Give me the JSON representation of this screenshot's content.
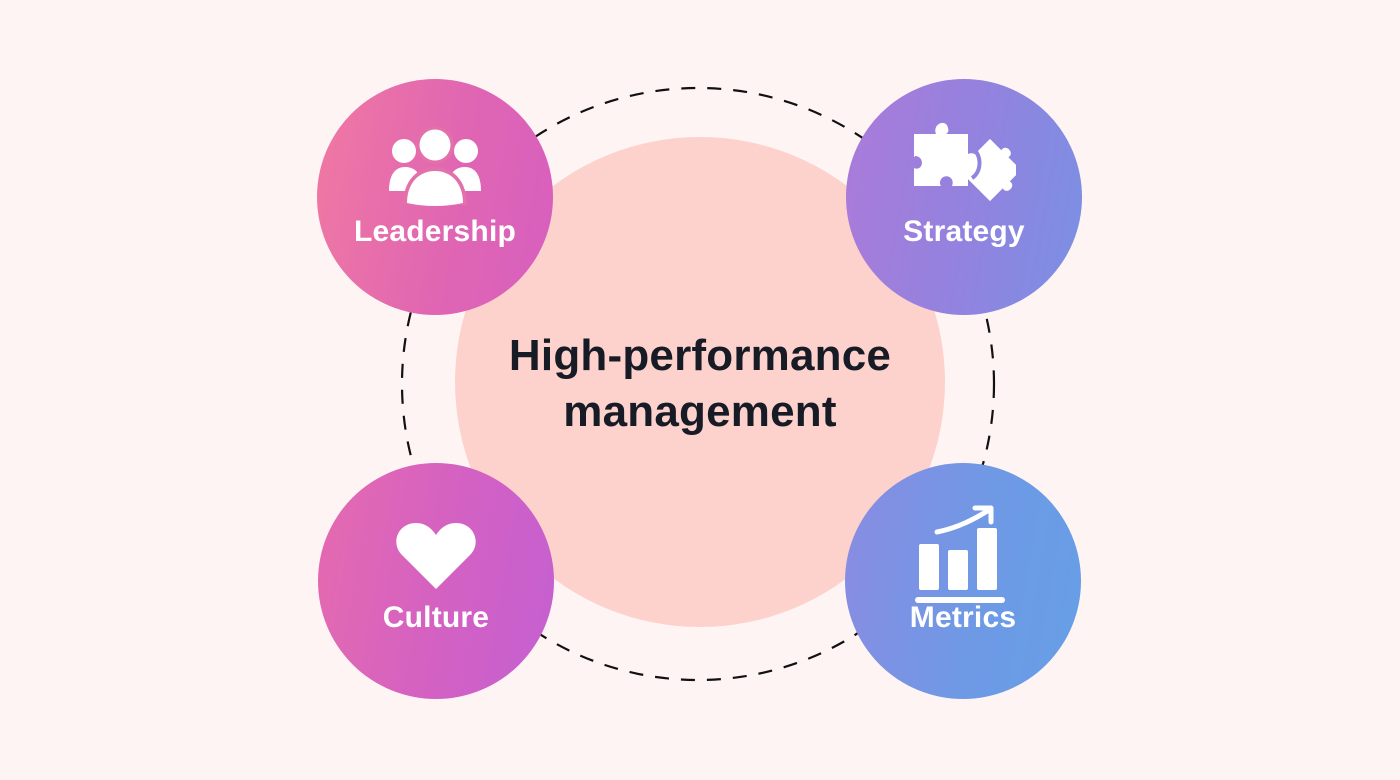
{
  "diagram": {
    "title_line1": "High-performance",
    "title_line2": "management",
    "colors": {
      "background": "#fff4f4",
      "core": "#fdd2cc",
      "title_text": "#161b26",
      "dashed_ring": "#111111",
      "leadership_gradient": [
        "#f079a2",
        "#d75fbf"
      ],
      "strategy_gradient": [
        "#ac7ad9",
        "#7a90e4"
      ],
      "culture_gradient": [
        "#e56aae",
        "#c45fd2"
      ],
      "metrics_gradient": [
        "#8a8be2",
        "#669fe7"
      ]
    },
    "nodes": [
      {
        "label": "Leadership",
        "icon": "people-group-icon",
        "position": "top-left"
      },
      {
        "label": "Strategy",
        "icon": "puzzle-pieces-icon",
        "position": "top-right"
      },
      {
        "label": "Culture",
        "icon": "heart-icon",
        "position": "bottom-left"
      },
      {
        "label": "Metrics",
        "icon": "bar-chart-growth-icon",
        "position": "bottom-right"
      }
    ]
  }
}
